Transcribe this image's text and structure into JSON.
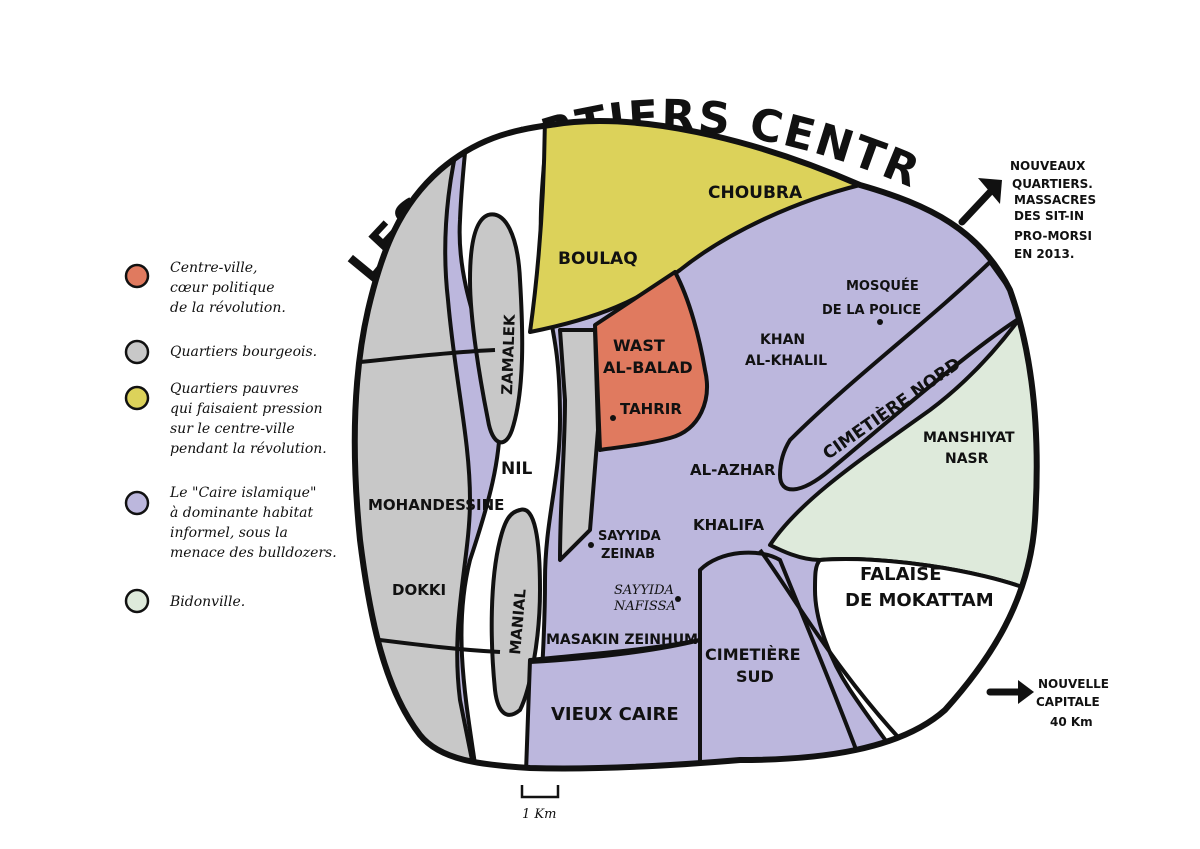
{
  "title": "LES QUARTIERS CENTRAUX DU CAIRE",
  "legend": [
    {
      "color": "#e07a5f",
      "lines": [
        "Centre-ville,",
        "cœur politique",
        "de la révolution."
      ]
    },
    {
      "color": "#c8c8c8",
      "lines": [
        "Quartiers bourgeois."
      ]
    },
    {
      "color": "#dcd25a",
      "lines": [
        "Quartiers pauvres",
        "qui faisaient pression",
        "sur le centre-ville",
        "pendant la révolution."
      ]
    },
    {
      "color": "#bcb7dd",
      "lines": [
        "Le \"Caire islamique\"",
        "à dominante habitat",
        "informel, sous la",
        "menace des bulldozers."
      ]
    },
    {
      "color": "#deeadb",
      "lines": [
        "Bidonville."
      ]
    }
  ],
  "districts": {
    "choubra": "CHOUBRA",
    "boulaq": "BOULAQ",
    "wast_al_balad": [
      "WAST",
      "AL-BALAD"
    ],
    "tahrir": "TAHRIR",
    "zamalek": "ZAMALEK",
    "mohandessine": "MOHANDESSINE",
    "dokki": "DOKKI",
    "manial": "MANIAL",
    "nil": "NIL",
    "khan_al_khalil": [
      "KHAN",
      "AL-KHALIL"
    ],
    "mosquee": [
      "MOSQUÉE",
      "DE LA POLICE"
    ],
    "cimetiere_nord": "CIMETIÈRE NORD",
    "manshiyat_nasr": [
      "MANSHIYAT",
      "NASR"
    ],
    "al_azhar": "AL-AZHAR",
    "khalifa": "KHALIFA",
    "sayyida_zeinab": [
      "SAYYIDA",
      "ZEINAB"
    ],
    "sayyida_nafissa": [
      "SAYYIDA",
      "NAFISSA"
    ],
    "masakin_zeinhum": "MASAKIN ZEINHUM",
    "falaise": [
      "FALAISE",
      "DE MOKATTAM"
    ],
    "cimetiere_sud": [
      "CIMETIÈRE",
      "SUD"
    ],
    "vieux_caire": "VIEUX CAIRE"
  },
  "notes": {
    "nouveaux": [
      "NOUVEAUX",
      "QUARTIERS.",
      "MASSACRES",
      "DES SIT-IN",
      "PRO-MORSI",
      "EN 2013."
    ],
    "capitale": [
      "NOUVELLE",
      "CAPITALE",
      "40 Km"
    ]
  },
  "scale_label": "1 Km",
  "colors": {
    "red": "#e07a5f",
    "grey": "#c8c8c8",
    "yellow": "#dcd25a",
    "purple": "#bcb7dd",
    "green": "#deeadb",
    "white": "#ffffff",
    "ink": "#111111"
  }
}
